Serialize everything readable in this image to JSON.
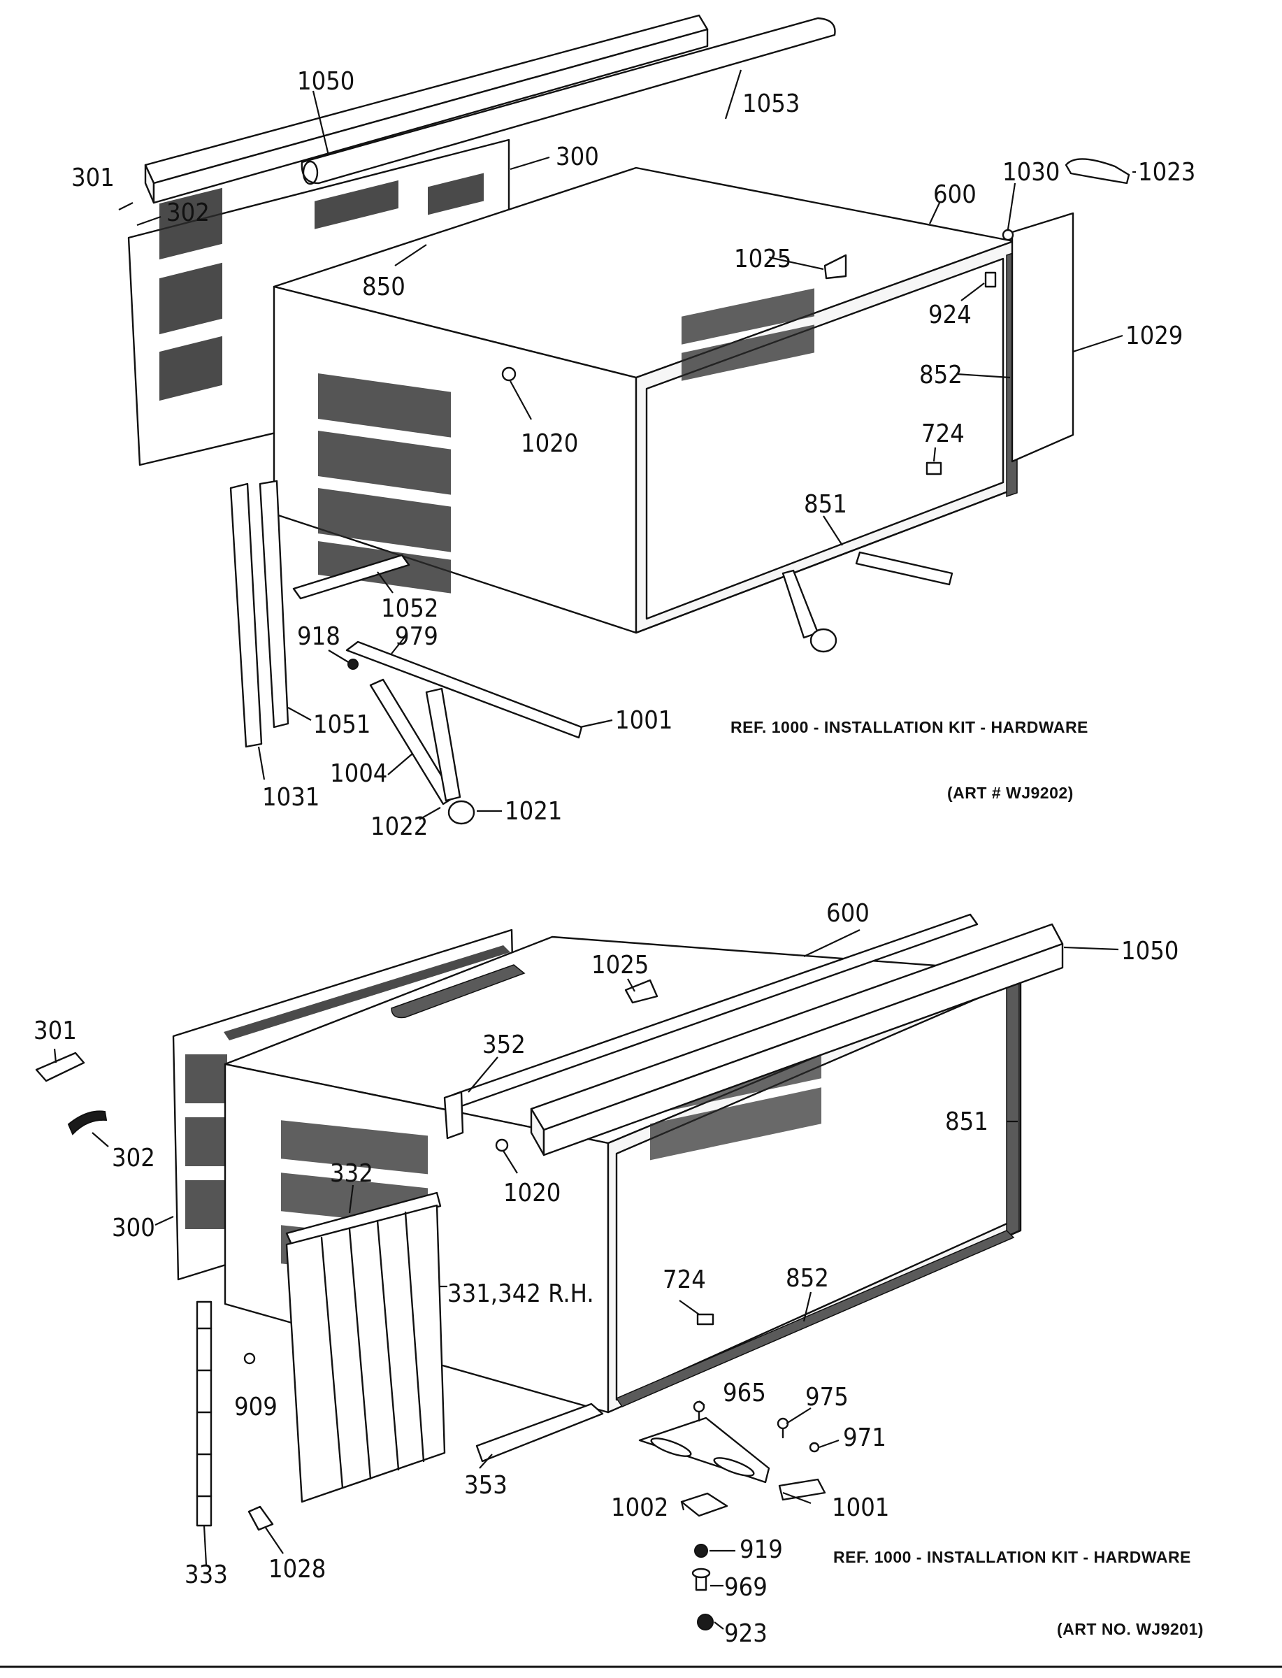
{
  "top_view": {
    "caption": "REF. 1000 - INSTALLATION KIT - HARDWARE",
    "art_number": "(ART # WJ9202)",
    "parts": {
      "p1050": "1050",
      "p1053": "1053",
      "p300": "300",
      "p301": "301",
      "p302": "302",
      "p850": "850",
      "p600": "600",
      "p1030": "1030",
      "p1023": "1023",
      "p1025": "1025",
      "p924": "924",
      "p1029": "1029",
      "p852": "852",
      "p724": "724",
      "p1020": "1020",
      "p851": "851",
      "p1052": "1052",
      "p918": "918",
      "p979": "979",
      "p1001": "1001",
      "p1051": "1051",
      "p1031": "1031",
      "p1004": "1004",
      "p1022": "1022",
      "p1021": "1021"
    }
  },
  "bottom_view": {
    "caption": "REF. 1000 - INSTALLATION KIT - HARDWARE",
    "art_number": "(ART NO. WJ9201)",
    "parts": {
      "p600": "600",
      "p1050": "1050",
      "p1025": "1025",
      "p301": "301",
      "p352": "352",
      "p851": "851",
      "p302": "302",
      "p332": "332",
      "p1020": "1020",
      "p300": "300",
      "p724": "724",
      "p852": "852",
      "p331_342": "331,342 R.H.",
      "p909": "909",
      "p965": "965",
      "p975": "975",
      "p971": "971",
      "p353": "353",
      "p1002": "1002",
      "p1001": "1001",
      "p919": "919",
      "p969": "969",
      "p923": "923",
      "p333": "333",
      "p1028": "1028"
    }
  }
}
